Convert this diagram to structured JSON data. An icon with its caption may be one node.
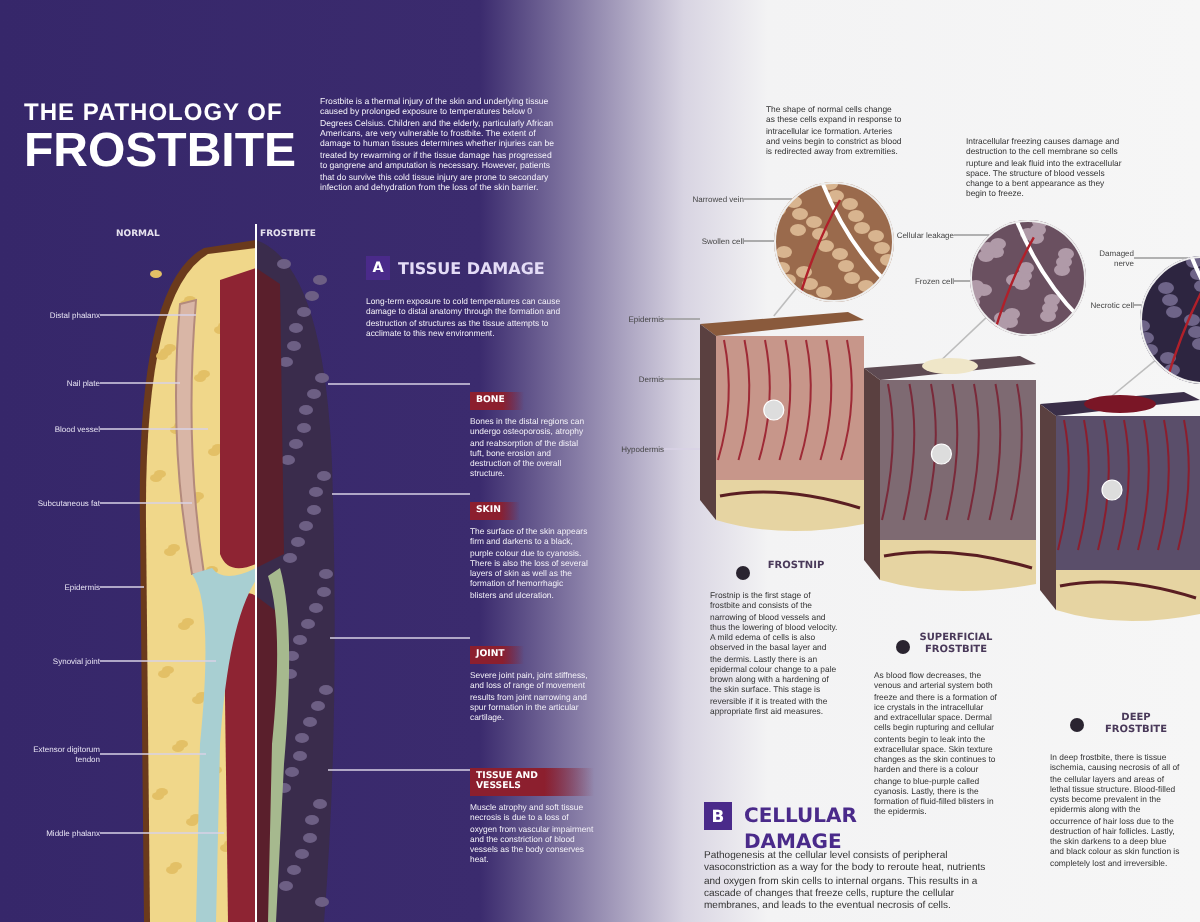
{
  "diagram": {
    "title": "THE PATHOLOGY OF FROSTBITE",
    "nodes": [
      {
        "text": [
          "Distal phalanx"
        ]
      },
      {
        "text": [
          "Nail plate"
        ]
      },
      {
        "text": [
          "Blood vessel"
        ]
      },
      {
        "text": [
          "Subcutaneous fat"
        ]
      },
      {
        "text": [
          "Epidermis"
        ]
      },
      {
        "text": [
          "Synovial joint"
        ]
      },
      {
        "text": [
          "Extensor digitorum tendon"
        ]
      },
      {
        "text": [
          "Middle phalanx"
        ]
      },
      {
        "text": [
          "BONE",
          "Bones in the distal regions can undergo osteoporosis, atrophy and reabsorption of the distal tuft, bone erosion and destruction of the overall structure."
        ]
      },
      {
        "text": [
          "SKIN",
          "The surface of the skin appears firm and darkens to a black, purple colour due to cyanosis. There is also the loss of several layers of skin as well as the formation of hemorrhagic blisters and ulceration."
        ]
      },
      {
        "text": [
          "JOINT",
          "Severe joint pain, joint stiffness, and loss of range of movement results from joint narrowing and spur formation in the articular cartilage."
        ]
      },
      {
        "text": [
          "TISSUE AND VESSELS",
          "Muscle atrophy and soft tissue necrosis is due to a loss of oxygen from vascular impairment and the constriction of blood vessels as the body conserves heat."
        ]
      },
      {
        "text": [],
        "shape": "circle",
        "beside": [
          "The shape of normal cells change as these cells expand in response to intracellular ice formation. Arteries and veins begin to constrict as blood is redirected away from extremities."
        ]
      },
      {
        "text": [],
        "shape": "circle",
        "beside": [
          "Intracellular freezing causes damage and destruction to the cell membrane so cells rupture and leak fluid into the extracellular space. The structure of blood vessels change to a bent appearance as they begin to freeze."
        ]
      },
      {
        "text": [],
        "shape": "circle"
      },
      {
        "text": [
          "Narrowed vein"
        ]
      },
      {
        "text": [
          "Swollen cell"
        ]
      },
      {
        "text": [
          "Cellular leakage"
        ]
      },
      {
        "text": [
          "Frozen cell"
        ]
      },
      {
        "text": [
          "Damaged nerve"
        ]
      },
      {
        "text": [
          "Necrotic cell"
        ]
      },
      {
        "text": [],
        "shape": "picture"
      },
      {
        "text": [],
        "shape": "picture"
      },
      {
        "text": [],
        "shape": "picture"
      },
      {
        "text": [
          "Epidermis"
        ]
      },
      {
        "text": [
          "Dermis"
        ]
      },
      {
        "text": [
          "Hypodermis"
        ]
      },
      {
        "text": [],
        "shape": "picture",
        "beside": [
          "NORMAL",
          "FROSTBITE"
        ]
      }
    ],
    "edges": [
      {
        "from": 0,
        "to": 27,
        "arrow": "none"
      },
      {
        "from": 1,
        "to": 27,
        "arrow": "none"
      },
      {
        "from": 2,
        "to": 27,
        "arrow": "none"
      },
      {
        "from": 3,
        "to": 27,
        "arrow": "none"
      },
      {
        "from": 4,
        "to": 27,
        "arrow": "none"
      },
      {
        "from": 5,
        "to": 27,
        "arrow": "none"
      },
      {
        "from": 6,
        "to": 27,
        "arrow": "none"
      },
      {
        "from": 7,
        "to": 27,
        "arrow": "none"
      },
      {
        "from": 27,
        "to": 8,
        "arrow": "none"
      },
      {
        "from": 27,
        "to": 9,
        "arrow": "none"
      },
      {
        "from": 27,
        "to": 10,
        "arrow": "none"
      },
      {
        "from": 27,
        "to": 11,
        "arrow": "none"
      },
      {
        "from": 15,
        "to": 12,
        "arrow": "none"
      },
      {
        "from": 16,
        "to": 12,
        "arrow": "none"
      },
      {
        "from": 17,
        "to": 13,
        "arrow": "none"
      },
      {
        "from": 18,
        "to": 13,
        "arrow": "none"
      },
      {
        "from": 19,
        "to": 14,
        "arrow": "none"
      },
      {
        "from": 20,
        "to": 14,
        "arrow": "none"
      },
      {
        "from": 12,
        "to": 21,
        "arrow": "none"
      },
      {
        "from": 13,
        "to": 22,
        "arrow": "none"
      },
      {
        "from": 14,
        "to": 23,
        "arrow": "none"
      },
      {
        "from": 24,
        "to": 21,
        "arrow": "none"
      },
      {
        "from": 25,
        "to": 21,
        "arrow": "none"
      },
      {
        "from": 26,
        "to": 21,
        "arrow": "none"
      }
    ],
    "labels": [
      "Frostbite is a thermal injury of the skin and underlying tissue caused by prolonged exposure to temperatures below 0 Degrees Celsius. Children and the elderly, particularly African Americans, are very vulnerable to frostbite. The extent of damage to human tissues determines whether injuries can be treated by rewarming or if the tissue damage has progressed to gangrene and amputation is necessary. However, patients that do survive this cold tissue injury are prone to secondary infection and dehydration from the loss of the skin barrier.",
      "A",
      "TISSUE DAMAGE",
      "Long-term exposure to cold temperatures can cause damage to distal anatomy through the formation and destruction of structures as the tissue attempts to acclimate to this new environment.",
      "FROSTNIP",
      "Frostnip is the first stage of frostbite and consists of the narrowing of blood vessels and thus the lowering of blood velocity. A mild edema of cells is also observed in the basal layer and the dermis. Lastly there is an epidermal colour change to a pale brown along with a hardening of the skin surface. This stage is reversible if it is treated with the appropriate first aid measures.",
      "SUPERFICIAL FROSTBITE",
      "As blood flow decreases, the venous and arterial system both freeze and there is a formation of ice crystals in the intracellular and extracellular space. Dermal cells begin rupturing and cellular contents begin to leak into the extracellular space. Skin texture changes as the skin continues to harden and there is a colour change to blue-purple called cyanosis. Lastly, there is the formation of fluid-filled blisters in the epidermis.",
      "DEEP FROSTBITE",
      "In deep frostbite, there is tissue ischemia, causing necrosis of all of the cellular layers and areas of lethal tissue structure. Blood-filled cysts become prevalent in the epidermis along with the occurrence of hair loss due to the destruction of hair follicles. Lastly, the skin darkens to a deep blue and black colour as skin function is completely lost and irreversible.",
      "B",
      "CELLULAR DAMAGE",
      "Pathogenesis at the cellular level consists of peripheral vasoconstriction as a way for the body to reroute heat, nutrients and oxygen from skin cells to internal organs. This results in a cascade of changes that freeze cells, rupture the cellular membranes, and leads to the eventual necrosis of cells."
    ]
  }
}
